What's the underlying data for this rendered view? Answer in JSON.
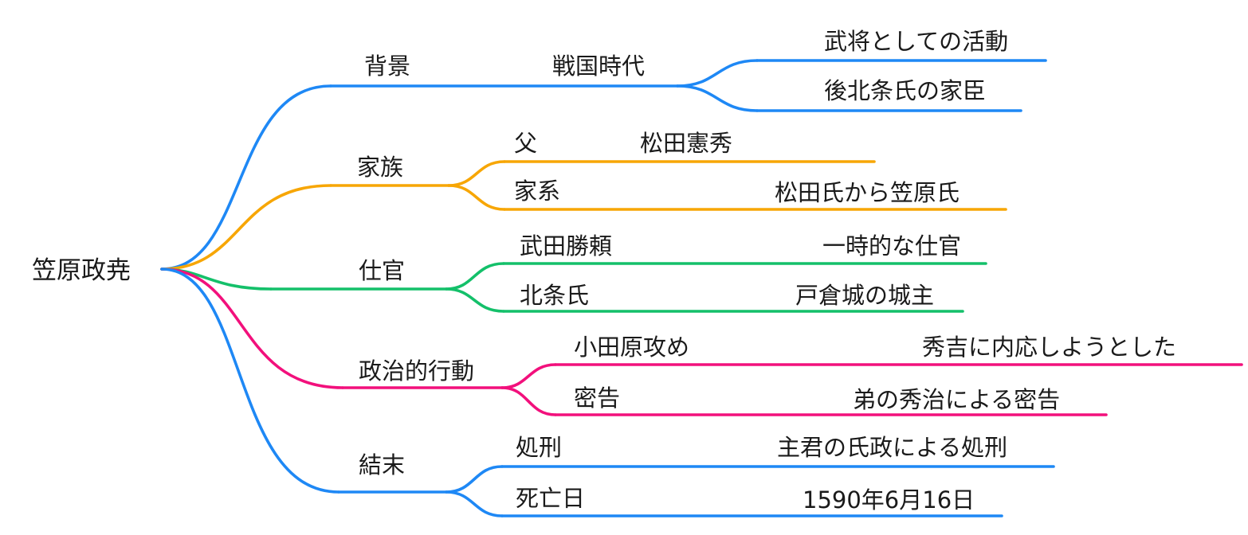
{
  "mindmap": {
    "root": "笠原政尭",
    "text_color": "#1a1a1a",
    "background": "#ffffff",
    "branches": [
      {
        "label": "背景",
        "color": "#1e88f5",
        "children": [
          {
            "label": "戦国時代",
            "children": [
              {
                "label": "武将としての活動"
              },
              {
                "label": "後北条氏の家臣"
              }
            ]
          }
        ]
      },
      {
        "label": "家族",
        "color": "#f7a605",
        "children": [
          {
            "label": "父",
            "children": [
              {
                "label": "松田憲秀"
              }
            ]
          },
          {
            "label": "家系",
            "children": [
              {
                "label": "松田氏から笠原氏"
              }
            ]
          }
        ]
      },
      {
        "label": "仕官",
        "color": "#14c06a",
        "children": [
          {
            "label": "武田勝頼",
            "children": [
              {
                "label": "一時的な仕官"
              }
            ]
          },
          {
            "label": "北条氏",
            "children": [
              {
                "label": "戸倉城の城主"
              }
            ]
          }
        ]
      },
      {
        "label": "政治的行動",
        "color": "#f2107c",
        "children": [
          {
            "label": "小田原攻め",
            "children": [
              {
                "label": "秀吉に内応しようとした"
              }
            ]
          },
          {
            "label": "密告",
            "children": [
              {
                "label": "弟の秀治による密告"
              }
            ]
          }
        ]
      },
      {
        "label": "結末",
        "color": "#1e88f5",
        "children": [
          {
            "label": "処刑",
            "children": [
              {
                "label": "主君の氏政による処刑"
              }
            ]
          },
          {
            "label": "死亡日",
            "children": [
              {
                "label": "1590年6月16日"
              }
            ]
          }
        ]
      }
    ]
  }
}
